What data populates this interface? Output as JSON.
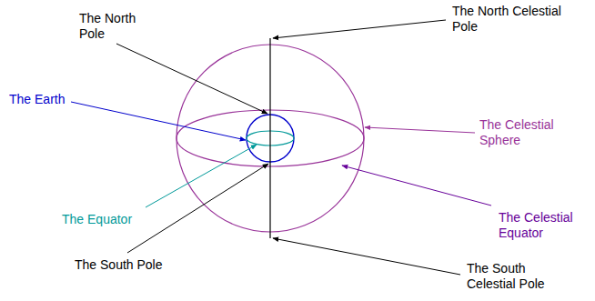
{
  "diagram": {
    "labels": [
      "The North Celestial Pole",
      "The North Pole",
      "The Earth",
      "The Celestial Sphere",
      "The Equator",
      "The Celestial Equator",
      "The South Pole",
      "The South Celestial Pole"
    ]
  }
}
